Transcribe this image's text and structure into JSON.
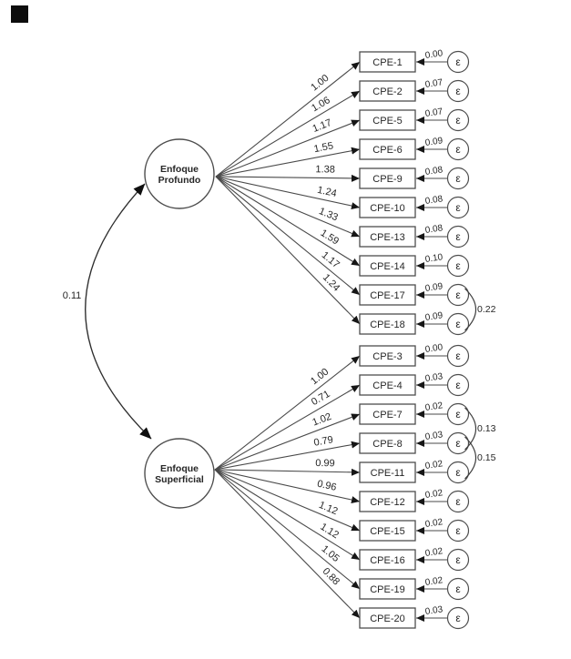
{
  "diagram": {
    "ink_color": "#262626",
    "line_color": "#4a4a4a",
    "latent_factors": [
      {
        "id": "profundo",
        "label_lines": [
          "Enfoque",
          "Profundo"
        ]
      },
      {
        "id": "superficial",
        "label_lines": [
          "Enfoque",
          "Superficial"
        ]
      }
    ],
    "factor_covariance": {
      "value": "0.11"
    },
    "error_symbol": "ε",
    "indicators": [
      {
        "label": "CPE-1",
        "loading": "1.00",
        "error_variance": "0.00",
        "factor": 0
      },
      {
        "label": "CPE-2",
        "loading": "1.06",
        "error_variance": "0.07",
        "factor": 0
      },
      {
        "label": "CPE-5",
        "loading": "1.17",
        "error_variance": "0.07",
        "factor": 0
      },
      {
        "label": "CPE-6",
        "loading": "1.55",
        "error_variance": "0.09",
        "factor": 0
      },
      {
        "label": "CPE-9",
        "loading": "1.38",
        "error_variance": "0.08",
        "factor": 0
      },
      {
        "label": "CPE-10",
        "loading": "1.24",
        "error_variance": "0.08",
        "factor": 0
      },
      {
        "label": "CPE-13",
        "loading": "1.33",
        "error_variance": "0.08",
        "factor": 0
      },
      {
        "label": "CPE-14",
        "loading": "1.59",
        "error_variance": "0.10",
        "factor": 0
      },
      {
        "label": "CPE-17",
        "loading": "1.17",
        "error_variance": "0.09",
        "factor": 0
      },
      {
        "label": "CPE-18",
        "loading": "1.24",
        "error_variance": "0.09",
        "factor": 0
      },
      {
        "label": "CPE-3",
        "loading": "1.00",
        "error_variance": "0.00",
        "factor": 1
      },
      {
        "label": "CPE-4",
        "loading": "0.71",
        "error_variance": "0.03",
        "factor": 1
      },
      {
        "label": "CPE-7",
        "loading": "1.02",
        "error_variance": "0.02",
        "factor": 1
      },
      {
        "label": "CPE-8",
        "loading": "0.79",
        "error_variance": "0.03",
        "factor": 1
      },
      {
        "label": "CPE-11",
        "loading": "0.99",
        "error_variance": "0.02",
        "factor": 1
      },
      {
        "label": "CPE-12",
        "loading": "0.96",
        "error_variance": "0.02",
        "factor": 1
      },
      {
        "label": "CPE-15",
        "loading": "1.12",
        "error_variance": "0.02",
        "factor": 1
      },
      {
        "label": "CPE-16",
        "loading": "1.12",
        "error_variance": "0.02",
        "factor": 1
      },
      {
        "label": "CPE-19",
        "loading": "1.05",
        "error_variance": "0.02",
        "factor": 1
      },
      {
        "label": "CPE-20",
        "loading": "0.88",
        "error_variance": "0.03",
        "factor": 1
      }
    ],
    "error_covariances": [
      {
        "a": "CPE-17",
        "b": "CPE-18",
        "value": "0.22"
      },
      {
        "a": "CPE-7",
        "b": "CPE-8",
        "value": "0.13"
      },
      {
        "a": "CPE-8",
        "b": "CPE-11",
        "value": "0.15"
      }
    ]
  }
}
